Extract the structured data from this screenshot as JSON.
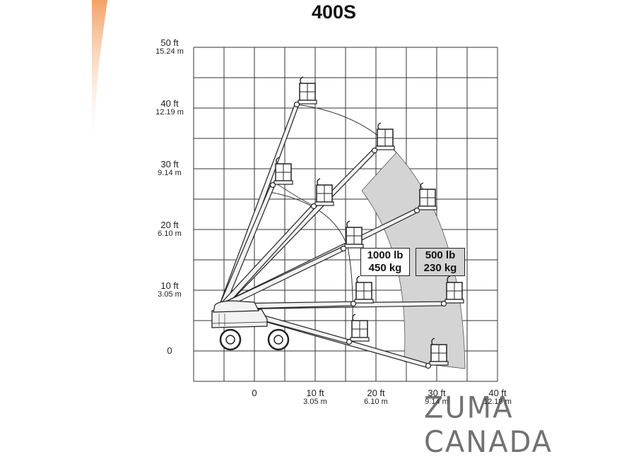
{
  "title": "400S",
  "y_ticks": [
    {
      "ft": "50 ft",
      "m": "15.24 m"
    },
    {
      "ft": "40 ft",
      "m": "12.19 m"
    },
    {
      "ft": "30 ft",
      "m": "9.14 m"
    },
    {
      "ft": "20 ft",
      "m": "6.10 m"
    },
    {
      "ft": "10 ft",
      "m": "3.05 m"
    },
    {
      "ft": "0",
      "m": ""
    }
  ],
  "x_ticks": [
    {
      "ft": "0",
      "m": ""
    },
    {
      "ft": "10 ft",
      "m": "3.05 m"
    },
    {
      "ft": "20 ft",
      "m": "6.10 m"
    },
    {
      "ft": "30 ft",
      "m": "9.14 m"
    },
    {
      "ft": "40 ft",
      "m": "12.19 m"
    }
  ],
  "capacity_zones": [
    {
      "lb": "1000 lb",
      "kg": "450 kg",
      "fill": "#ffffff"
    },
    {
      "lb": "500 lb",
      "kg": "230 kg",
      "fill": "#d4d4d4"
    }
  ],
  "watermark": "ZUMA CANADA",
  "colors": {
    "grid": "#333333",
    "boom": "#f2f2f2",
    "zone": "#d4d4d4",
    "accent": "#f08a3c"
  }
}
